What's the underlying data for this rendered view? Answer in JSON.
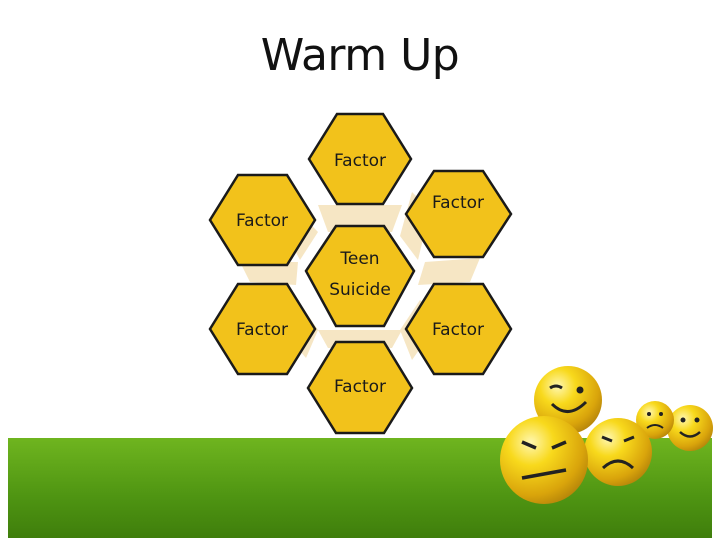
{
  "slide": {
    "title": "Warm Up"
  },
  "diagram": {
    "center": {
      "line1": "Teen",
      "line2": "Suicide"
    },
    "factors": [
      {
        "label": "Factor"
      },
      {
        "label": "Factor"
      },
      {
        "label": "Factor"
      },
      {
        "label": "Factor"
      },
      {
        "label": "Factor"
      },
      {
        "label": "Factor"
      }
    ]
  },
  "colors": {
    "hex_fill": "#f2c21b",
    "hex_stroke": "#1a1a1a",
    "connector": "#f6e6c4",
    "band": "#5aa117"
  },
  "decorations": {
    "smiley_group": "smiley-balls-image"
  }
}
